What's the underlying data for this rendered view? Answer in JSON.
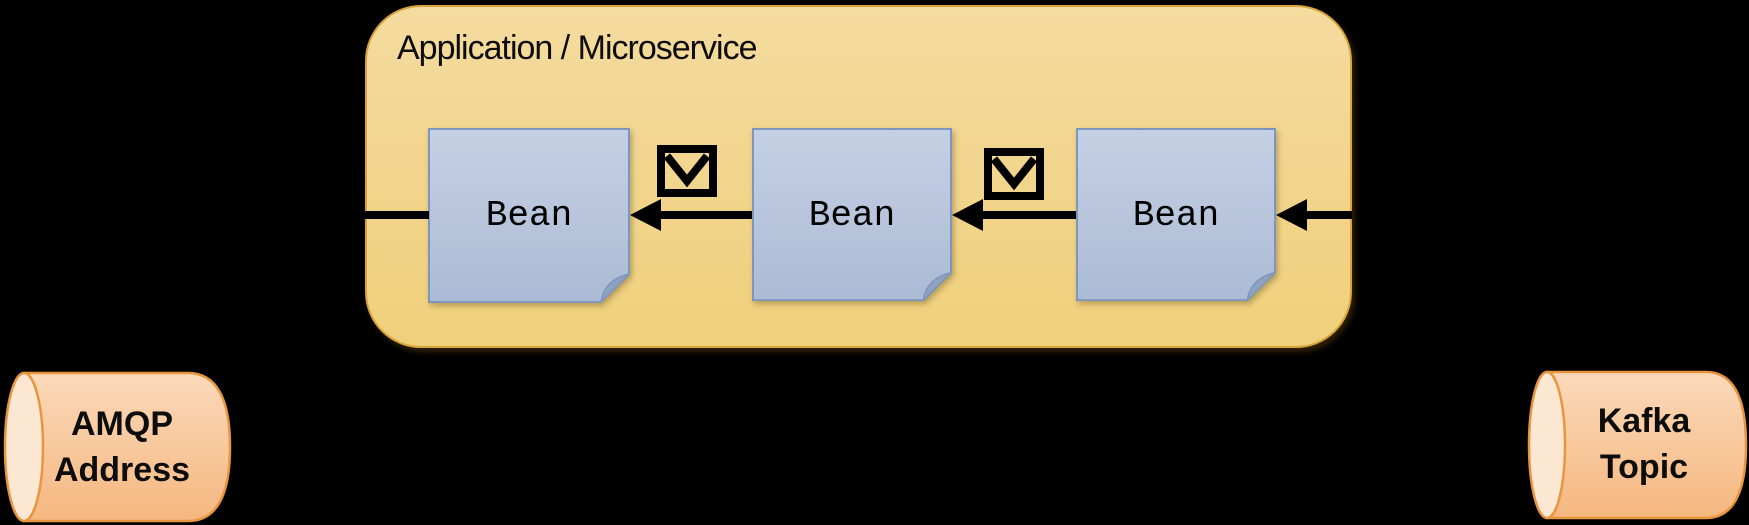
{
  "application_box": {
    "title": "Application / Microservice"
  },
  "beans": [
    {
      "label": "Bean"
    },
    {
      "label": "Bean"
    },
    {
      "label": "Bean"
    }
  ],
  "message_icons": [
    {
      "name": "message-envelope-icon"
    },
    {
      "name": "message-envelope-icon"
    }
  ],
  "endpoints": {
    "amqp": {
      "line1": "AMQP",
      "line2": "Address"
    },
    "kafka": {
      "line1": "Kafka",
      "line2": "Topic"
    }
  },
  "colors": {
    "background": "#000000",
    "box_fill_top": "#F4DB9F",
    "box_fill_bottom": "#EFD07B",
    "box_border": "#D9A43B",
    "bean_fill_top": "#C5D0E4",
    "bean_fill_bottom": "#ABBBD5",
    "bean_border": "#7E96BC",
    "bean_fold": "#8EA2C2",
    "cyl_fill_top": "#FBD9BA",
    "cyl_fill_bottom": "#F5B77F",
    "cyl_cap": "#FCE7D3",
    "cyl_border": "#E8953F",
    "arrow": "#000000",
    "text": "#0d0d0d"
  }
}
